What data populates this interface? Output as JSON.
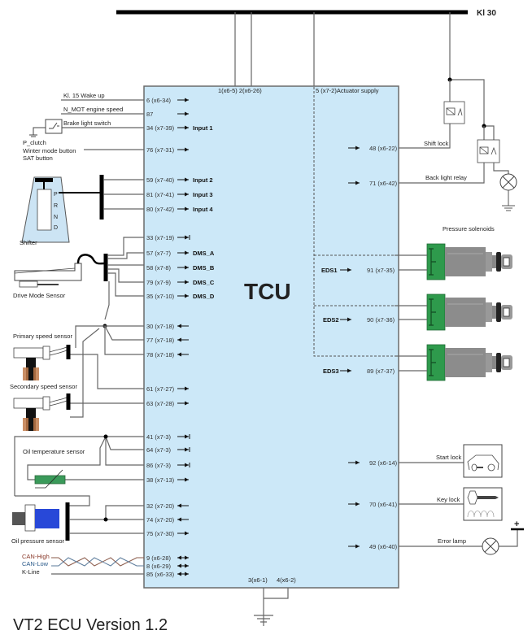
{
  "title": "VT2 ECU Version 1.2",
  "supply_bus_label": "Kl 30",
  "tcu": {
    "label": "TCU",
    "top_pins": "1(x6-5) 2(x6-26)",
    "actuator_supply": "5 (x7-2)Actuator supply",
    "bottom_pins": [
      "3(x6-1)",
      "4(x6-2)"
    ]
  },
  "left_signals": [
    {
      "pin": "6 (x6-34)",
      "label": "Kl. 15 Wake up",
      "func": "",
      "dir": "in"
    },
    {
      "pin": "87",
      "label": "N_MOT engine speed",
      "func": "",
      "dir": "in"
    },
    {
      "pin": "34 (x7-39)",
      "label": "Brake light switch",
      "func": "Input 1",
      "dir": "in"
    },
    {
      "pin": "76 (x7-31)",
      "label": "",
      "func": "",
      "dir": "in"
    },
    {
      "pin": "59 (x7-40)",
      "label": "",
      "func": "Input 2",
      "dir": "in"
    },
    {
      "pin": "81 (x7-41)",
      "label": "",
      "func": "Input 3",
      "dir": "in"
    },
    {
      "pin": "80 (x7-42)",
      "label": "",
      "func": "Input 4",
      "dir": "in"
    },
    {
      "pin": "33 (x7-19)",
      "label": "",
      "func": "",
      "dir": "supply"
    },
    {
      "pin": "57 (x7-7)",
      "label": "",
      "func": "DMS_A",
      "dir": "in"
    },
    {
      "pin": "58 (x7-8)",
      "label": "",
      "func": "DMS_B",
      "dir": "in"
    },
    {
      "pin": "79 (x7-9)",
      "label": "",
      "func": "DMS_C",
      "dir": "in"
    },
    {
      "pin": "35 (x7-10)",
      "label": "",
      "func": "DMS_D",
      "dir": "in"
    },
    {
      "pin": "30 (x7-18)",
      "label": "",
      "func": "",
      "dir": "out"
    },
    {
      "pin": "77 (x7-18)",
      "label": "",
      "func": "",
      "dir": "out"
    },
    {
      "pin": "78 (x7-18)",
      "label": "",
      "func": "",
      "dir": "out"
    },
    {
      "pin": "61 (x7-27)",
      "label": "",
      "func": "",
      "dir": "in"
    },
    {
      "pin": "63 (x7-28)",
      "label": "",
      "func": "",
      "dir": "in"
    },
    {
      "pin": "41 (x7-3)",
      "label": "",
      "func": "",
      "dir": "supply"
    },
    {
      "pin": "64 (x7-3)",
      "label": "",
      "func": "",
      "dir": "supply"
    },
    {
      "pin": "86 (x7-3)",
      "label": "",
      "func": "",
      "dir": "supply"
    },
    {
      "pin": "38 (x7-13)",
      "label": "",
      "func": "",
      "dir": "in"
    },
    {
      "pin": "32 (x7-20)",
      "label": "",
      "func": "",
      "dir": "out"
    },
    {
      "pin": "74 (x7-20)",
      "label": "",
      "func": "",
      "dir": "out"
    },
    {
      "pin": "75 (x7-30)",
      "label": "",
      "func": "",
      "dir": "in"
    },
    {
      "pin": "9 (x6-28)",
      "label": "CAN-High",
      "func": "",
      "dir": "both"
    },
    {
      "pin": "8 (x6-29)",
      "label": "CAN-Low",
      "func": "",
      "dir": "both"
    },
    {
      "pin": "85 (x6-33)",
      "label": "K-Line",
      "func": "",
      "dir": "both"
    }
  ],
  "left_components": {
    "clutch_labels": [
      "P_clutch",
      "Winter mode button",
      "SAT button"
    ],
    "shifter": "Shifter",
    "shifter_positions": [
      "P",
      "R",
      "N",
      "D"
    ],
    "drive_mode_sensor": "Drive Mode Sensor",
    "primary_speed_sensor": "Primary speed sensor",
    "secondary_speed_sensor": "Secondary speed sensor",
    "oil_temperature_sensor": "Oil temperature sensor",
    "oil_pressure_sensor": "Oil pressure sensor"
  },
  "right_signals": [
    {
      "pin": "48 (x6-22)",
      "label": "Shift lock",
      "func": ""
    },
    {
      "pin": "71 (x6-42)",
      "label": "Back light relay",
      "func": ""
    },
    {
      "pin": "91 (x7-35)",
      "label": "",
      "func": "EDS1"
    },
    {
      "pin": "90 (x7-36)",
      "label": "",
      "func": "EDS2"
    },
    {
      "pin": "89 (x7-37)",
      "label": "",
      "func": "EDS3"
    },
    {
      "pin": "92 (x6-14)",
      "label": "Start lock",
      "func": ""
    },
    {
      "pin": "70 (x6-41)",
      "label": "Key lock",
      "func": ""
    },
    {
      "pin": "49 (x6-40)",
      "label": "Error lamp",
      "func": ""
    }
  ],
  "right_components": {
    "pressure_solenoids": "Pressure solenoids",
    "plus_sign": "+"
  },
  "colors": {
    "tcu_fill": "#cce8f8",
    "solenoid_green": "#2e9a4c",
    "solenoid_gray": "#8c8c8c",
    "oil_temp_green": "#3a9a5a",
    "oil_pressure_blue": "#2848d8",
    "shifter_fill": "#cce4f4",
    "can_high": "#8a3a2a",
    "can_low": "#2a5a8a"
  }
}
